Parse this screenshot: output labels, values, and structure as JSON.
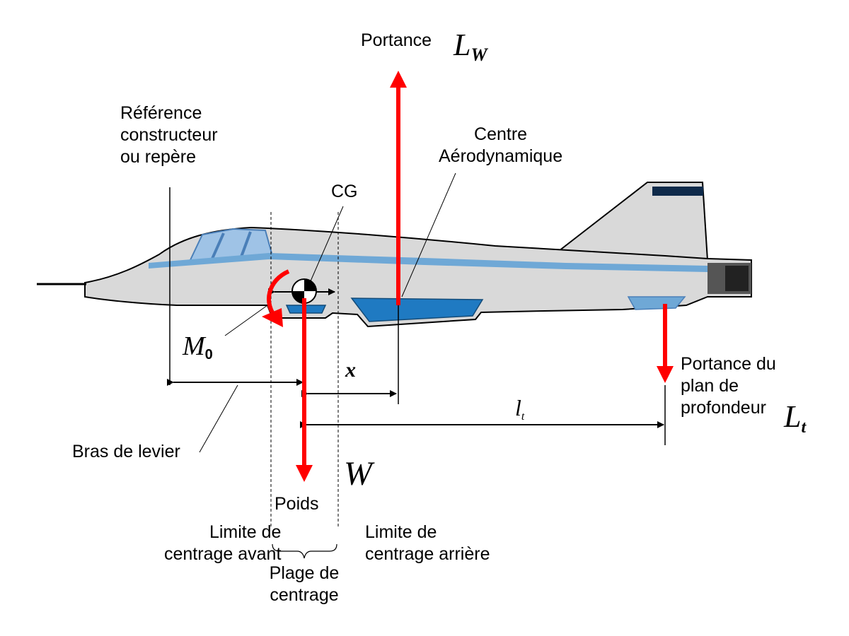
{
  "labels": {
    "portance": "Portance",
    "reference": [
      "Référence",
      "constructeur",
      "ou repère"
    ],
    "centre_aero": [
      "Centre",
      "Aérodynamique"
    ],
    "cg": "CG",
    "bras_levier": "Bras de levier",
    "portance_plan": [
      "Portance du",
      "plan de",
      "profondeur"
    ],
    "poids": "Poids",
    "limite_avant": [
      "Limite de",
      "centrage avant"
    ],
    "limite_arriere": [
      "Limite de",
      "centrage arrière"
    ],
    "plage": [
      "Plage de",
      "centrage"
    ]
  },
  "symbols": {
    "lw_main": "L",
    "lw_sub": "W",
    "lt_main": "L",
    "lt_sub": "t",
    "m0_main": "M",
    "m0_sub": "0",
    "w": "W",
    "x": "x",
    "l_small_main": "l",
    "l_small_sub": "t"
  },
  "colors": {
    "force_arrow": "#ff0000",
    "fuselage": "#d9d9d9",
    "stripe": "#6fa8d6",
    "panel": "#1f7ac2",
    "canopy": "#9fc3e6"
  }
}
